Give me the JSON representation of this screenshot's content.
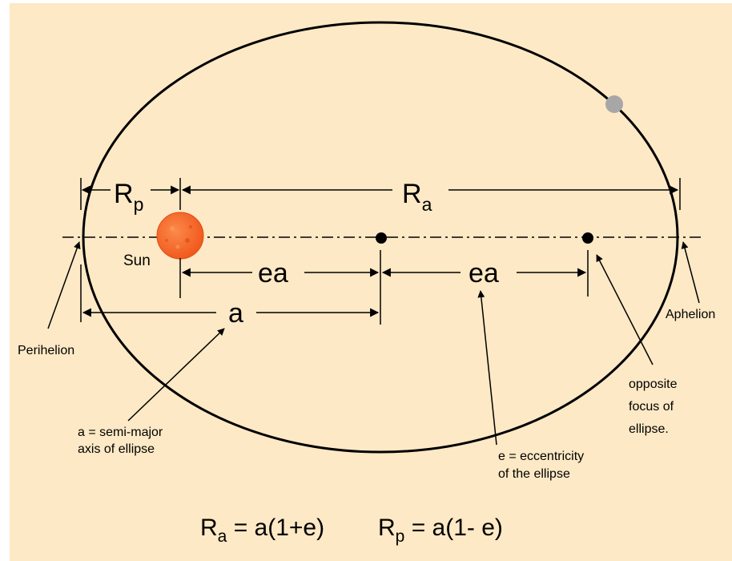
{
  "colors": {
    "background": "#fde9c5",
    "sun": "#f15a1e",
    "sun_highlight": "#fb8a4a",
    "planet": "#a7a7a7",
    "line": "#000000"
  },
  "labels": {
    "rp_main": "R",
    "rp_sub": "p",
    "ra_main": "R",
    "ra_sub": "a",
    "sun": "Sun",
    "ea_left": "ea",
    "ea_right": "ea",
    "a": "a",
    "perihelion": "Perihelion",
    "aphelion": "Aphelion",
    "semi_major_line1": "a = semi-major",
    "semi_major_line2": "axis of ellipse",
    "eccentricity_line1": "e = eccentricity",
    "eccentricity_line2": "of the ellipse",
    "opposite_line1": "opposite",
    "opposite_line2": "focus of",
    "opposite_line3": "ellipse."
  },
  "formulas": {
    "ra_lhs_main": "R",
    "ra_lhs_sub": "a",
    "ra_rhs": " = a(1+e)",
    "rp_lhs_main": "R",
    "rp_lhs_sub": "p",
    "rp_rhs": " = a(1- e)"
  }
}
